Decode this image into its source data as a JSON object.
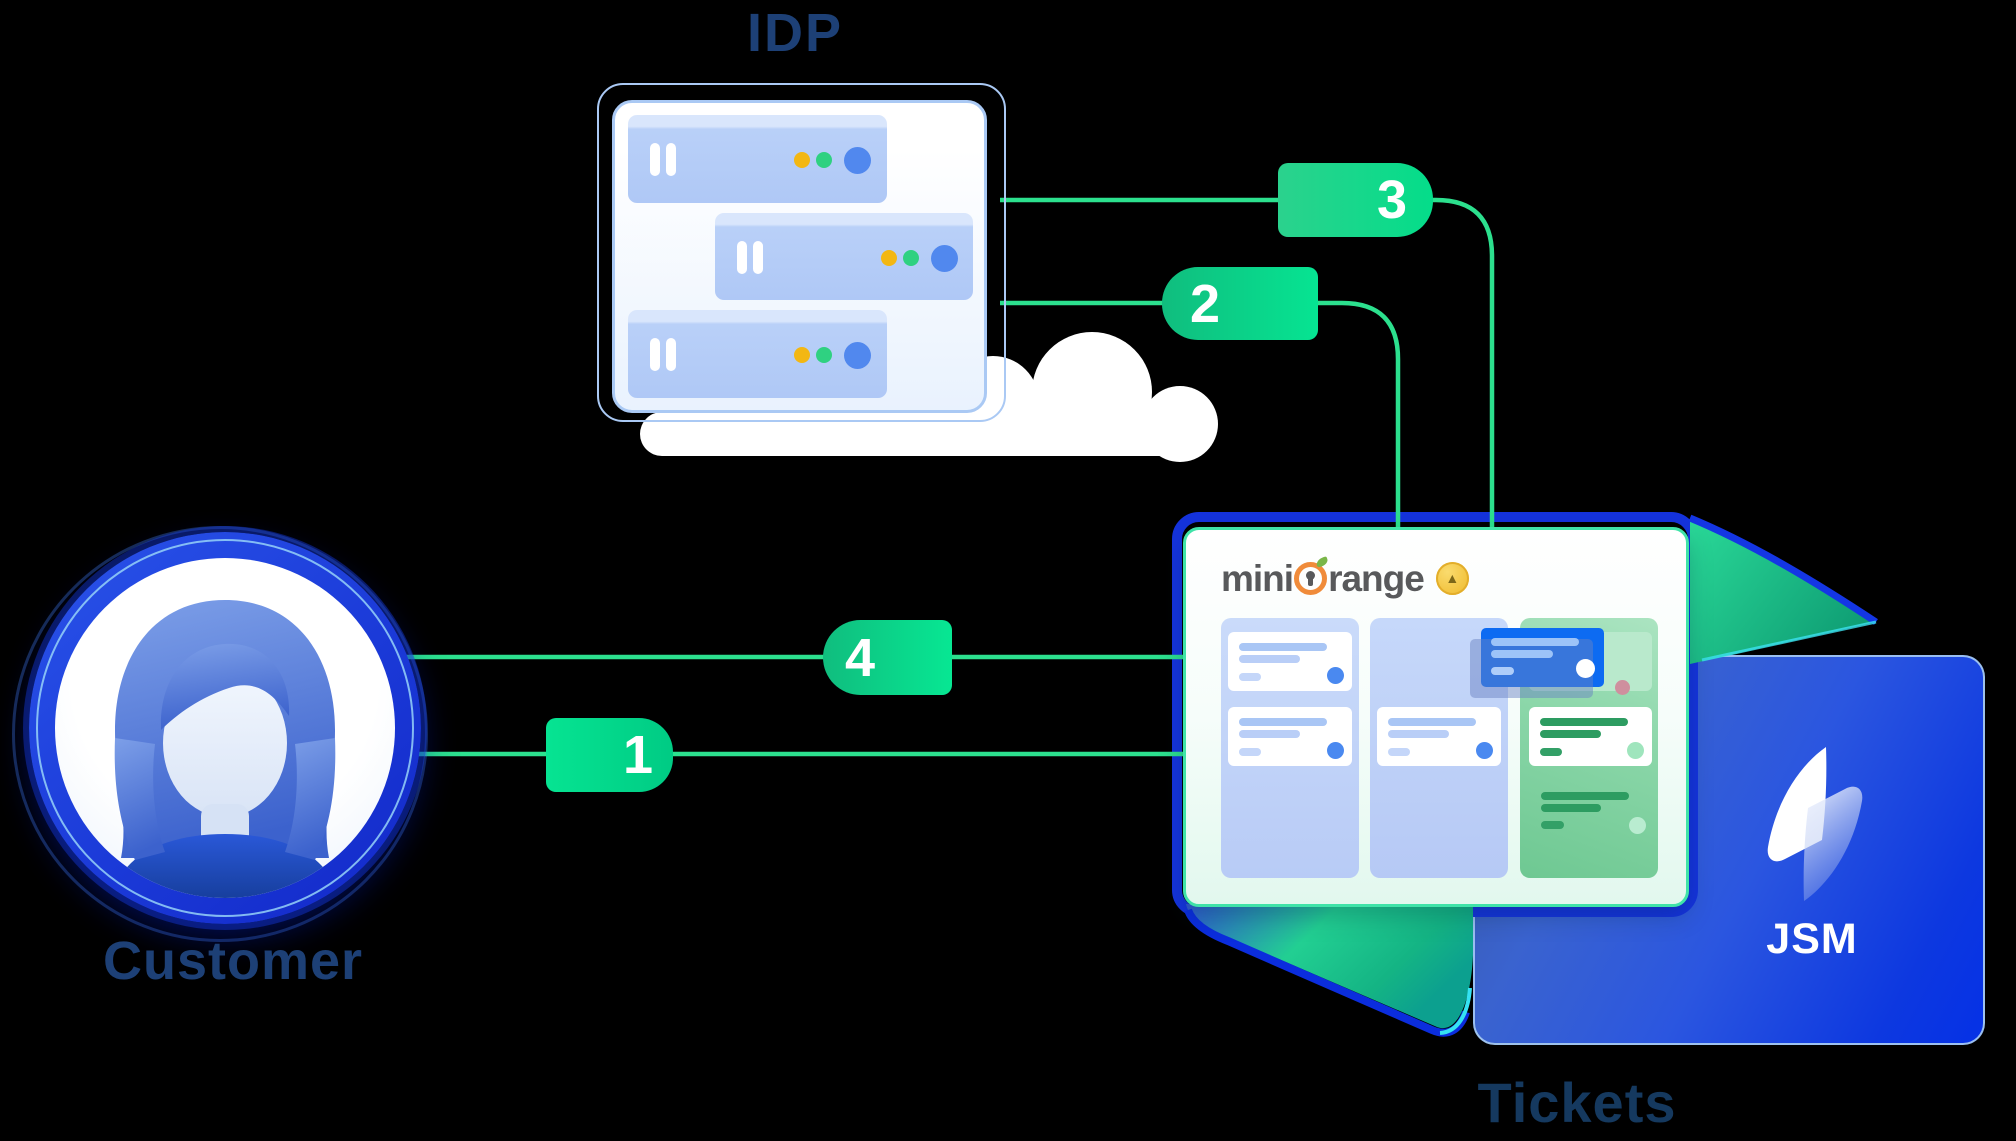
{
  "labels": {
    "idp": "IDP",
    "customer": "Customer",
    "tickets": "Tickets",
    "jsm": "JSM"
  },
  "miniorange_logo": {
    "prefix": "mini",
    "suffix": "range",
    "badge_glyph": "▲"
  },
  "badges": [
    {
      "number": "1"
    },
    {
      "number": "2"
    },
    {
      "number": "3"
    },
    {
      "number": "4"
    }
  ],
  "colors": {
    "background": "#000000",
    "line_green": "#2ce08e",
    "badge_green_bright": "#06e492",
    "badge_green_deep": "#10bd7e",
    "label_navy": "#1d4076",
    "tickets_navy": "#15395f",
    "server_fill": "#b9d0f8",
    "server_top": "#d9e6fc",
    "box_border": "#aac9f4",
    "dot_yellow": "#f3b713",
    "dot_green": "#2fd181",
    "dot_blue": "#5188ee",
    "mini_border": "#3fe3a8",
    "popup_blue": "#0d6bf2",
    "logo_gray": "#58595b",
    "logo_orange": "#f08b3a",
    "badge_gold": "#f2c33e",
    "jsm_slate": "#38579f",
    "jsm_deep": "#0531e6",
    "fold_green": "#1fd091",
    "fold_blue": "#0c2bd8",
    "cyan_accent": "#37e0f0"
  }
}
